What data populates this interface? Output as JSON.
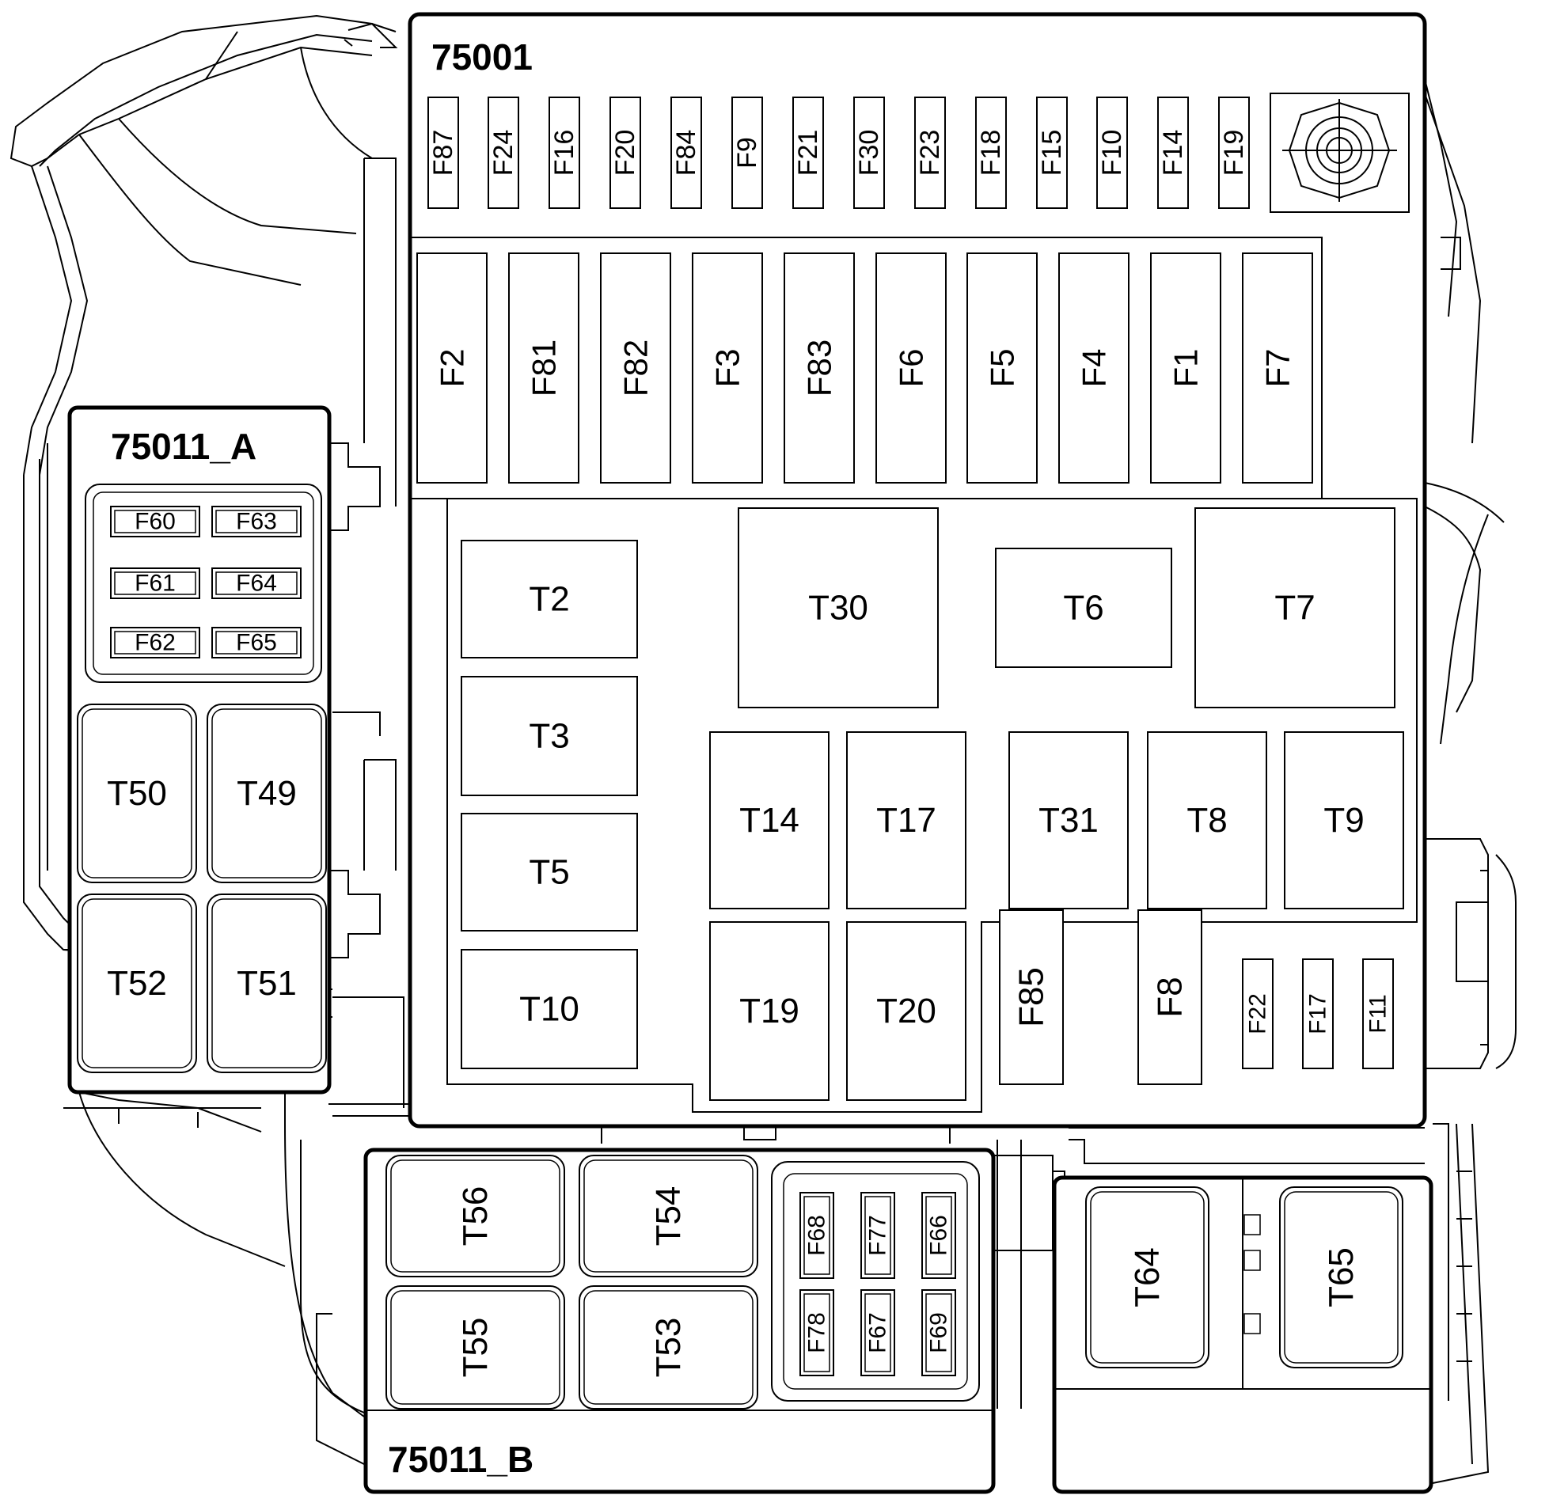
{
  "box_75001": {
    "label": "75001",
    "small_fuses": [
      "F87",
      "F24",
      "F16",
      "F20",
      "F84",
      "F9",
      "F21",
      "F30",
      "F23",
      "F18",
      "F15",
      "F10",
      "F14",
      "F19"
    ],
    "maxi_fuses": [
      "F2",
      "F81",
      "F82",
      "F3",
      "F83",
      "F6",
      "F5",
      "F4",
      "F1",
      "F7"
    ],
    "relays": [
      "T2",
      "T3",
      "T5",
      "T10",
      "T30",
      "T6",
      "T7",
      "T14",
      "T17",
      "T31",
      "T8",
      "T9",
      "T19",
      "T20"
    ],
    "lower_fuses": [
      "F85",
      "F8",
      "F22",
      "F17",
      "F11"
    ]
  },
  "box_75011_a": {
    "label": "75011_A",
    "fuses": [
      "F60",
      "F63",
      "F61",
      "F64",
      "F62",
      "F65"
    ],
    "relays": [
      "T50",
      "T49",
      "T52",
      "T51"
    ]
  },
  "box_75011_b": {
    "label": "75011_B",
    "relays": [
      "T56",
      "T54",
      "T55",
      "T53"
    ],
    "fuses": [
      "F68",
      "F77",
      "F66",
      "F78",
      "F67",
      "F69"
    ]
  },
  "box_right": {
    "relays": [
      "T64",
      "T65"
    ]
  }
}
